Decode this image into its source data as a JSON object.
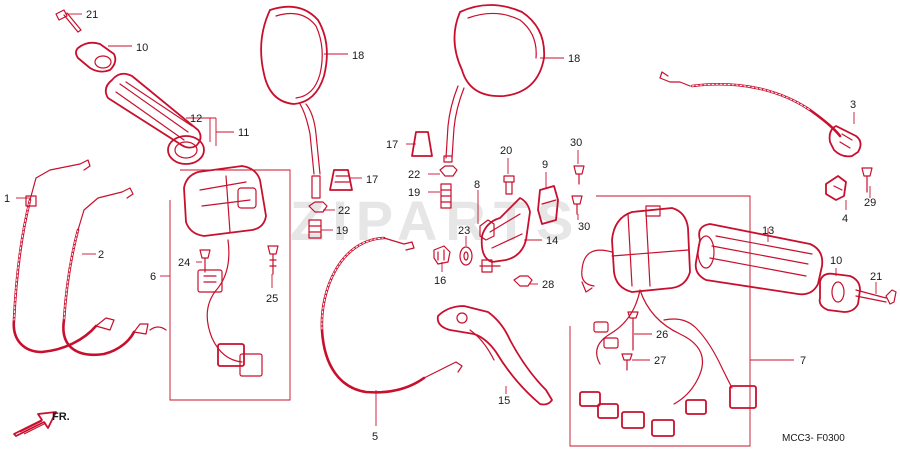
{
  "diagram": {
    "callouts": [
      "1",
      "2",
      "3",
      "4",
      "5",
      "6",
      "7",
      "8",
      "9",
      "10",
      "11",
      "12",
      "13",
      "14",
      "15",
      "16",
      "17",
      "18",
      "19",
      "20",
      "21",
      "22",
      "23",
      "24",
      "25",
      "26",
      "27",
      "28",
      "29",
      "30"
    ],
    "diagram_code": "MCC3- F0300",
    "front_arrow_label": "FR.",
    "watermark": "ZIPARTS",
    "accent_color": "#c8102e"
  }
}
